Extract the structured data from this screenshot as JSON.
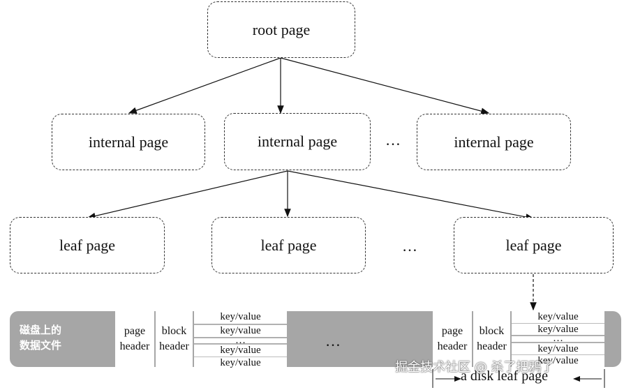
{
  "tree": {
    "root": "root page",
    "internal": [
      "internal page",
      "internal page",
      "internal page"
    ],
    "leaf": [
      "leaf page",
      "leaf page",
      "leaf page"
    ],
    "ellipsis": "…",
    "ellipsis_leaf": "…"
  },
  "disk": {
    "label_line1": "磁盘上的",
    "label_line2": "数据文件",
    "page_header": [
      "page",
      "header"
    ],
    "block_header": [
      "block",
      "header"
    ],
    "kv": "key/value",
    "kv_dots": "…",
    "middle_ellipsis": "…",
    "leaf_caption": "a disk leaf page"
  },
  "watermark": "掘金技术社区 @ 杀了把鸦了"
}
